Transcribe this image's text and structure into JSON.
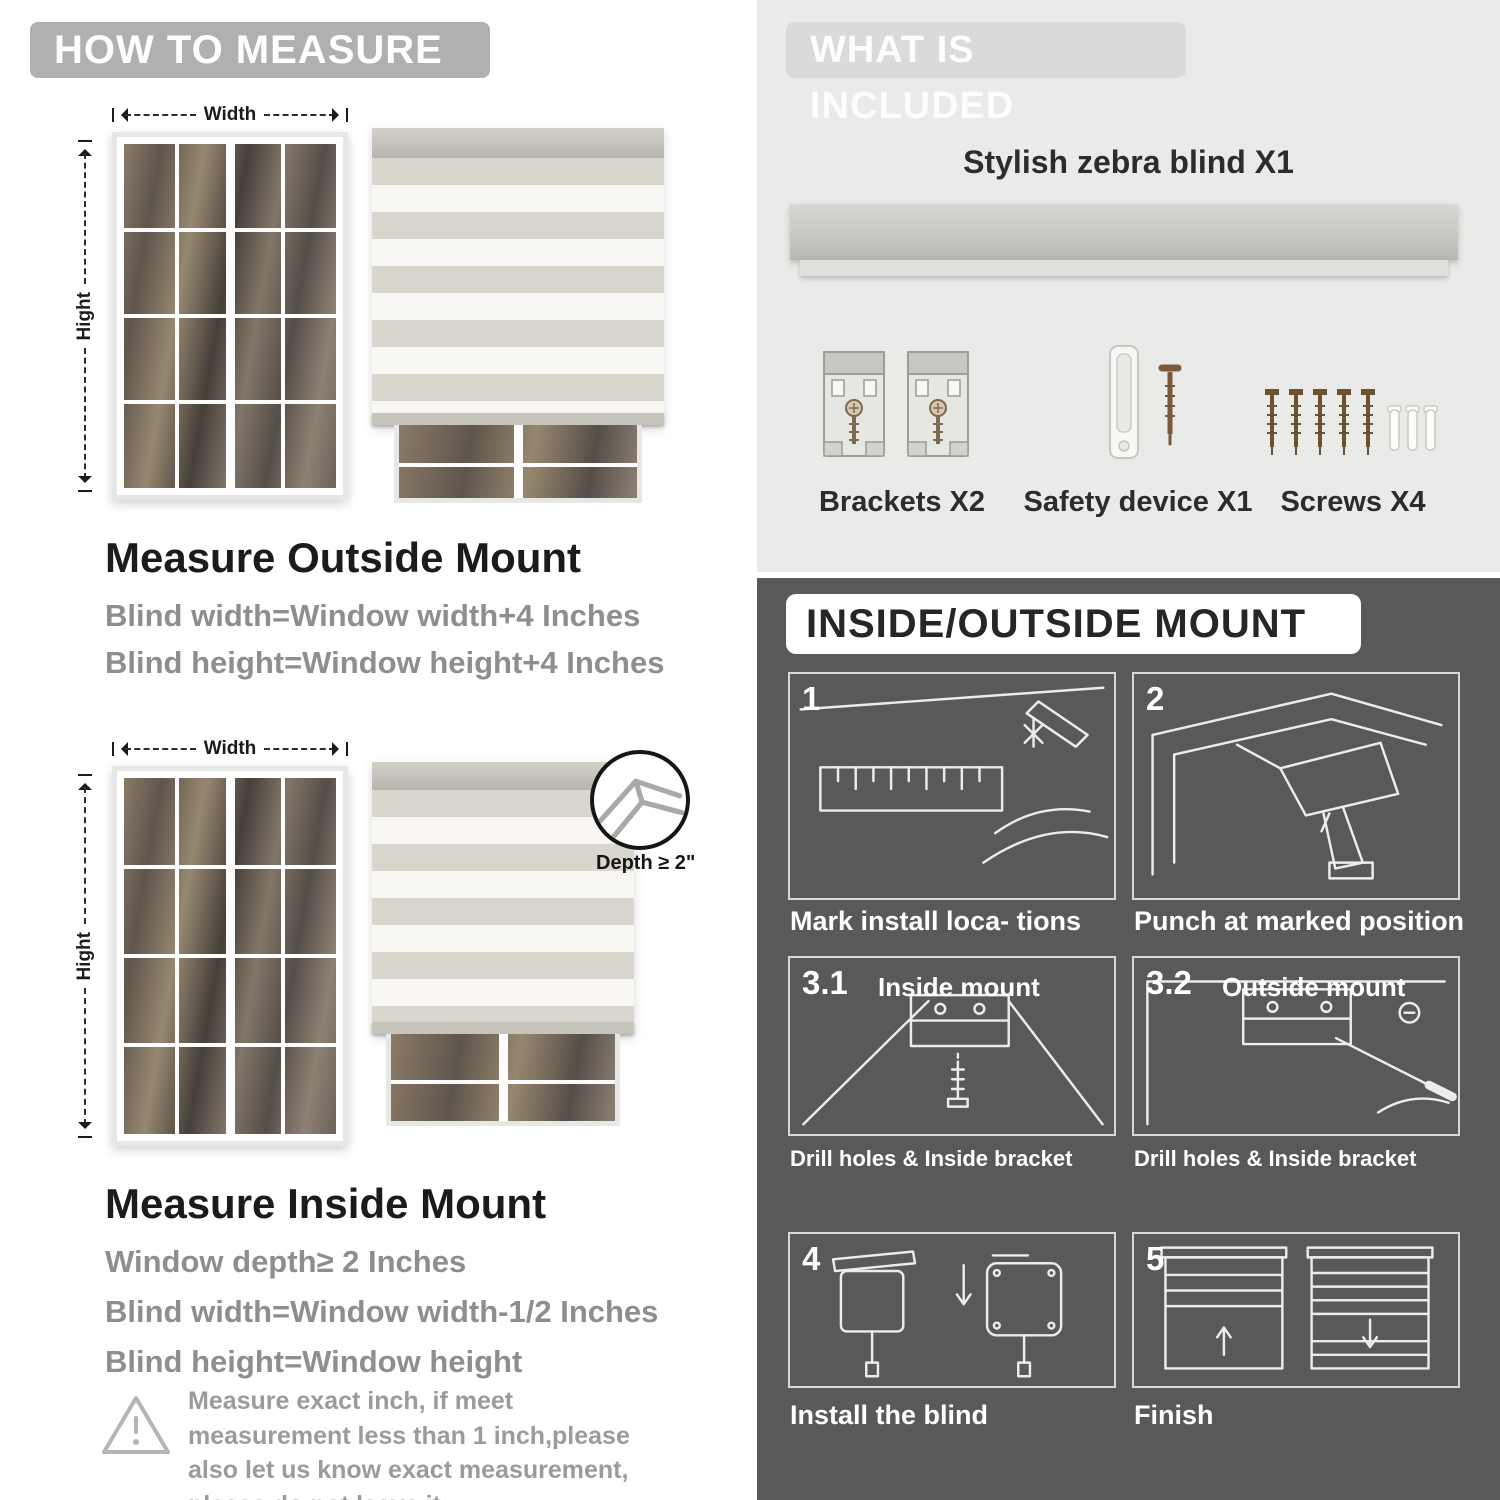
{
  "colors": {
    "left_header_pill": "#b0b0af",
    "right_header_pill": "#dadad8",
    "light_section_bg": "#eaeae8",
    "dark_section_bg": "#59595b",
    "muted_text": "#8e8e8e",
    "stripe_gray": "#d9d6ce"
  },
  "left": {
    "header": "HOW TO MEASURE",
    "outside": {
      "width_label": "Width",
      "height_label": "Hight",
      "title": "Measure Outside Mount",
      "lines": [
        "Blind width=Window width+4 Inches",
        "Blind height=Window height+4 Inches"
      ]
    },
    "inside": {
      "width_label": "Width",
      "height_label": "Hight",
      "depth_label": "Depth ≥ 2\"",
      "title": "Measure Inside Mount",
      "lines": [
        "Window depth≥ 2 Inches",
        "Blind width=Window width-1/2 Inches",
        "Blind height=Window height"
      ]
    },
    "note": "Measure exact inch, if meet measurement less than 1 inch,please also let us know exact measurement, please do not leave it"
  },
  "right": {
    "included": {
      "header": "WHAT IS INCLUDED",
      "blind_label": "Stylish zebra blind X1",
      "items": [
        {
          "label": "Brackets X2"
        },
        {
          "label": "Safety device X1"
        },
        {
          "label": "Screws X4"
        }
      ]
    },
    "mount": {
      "header": "INSIDE/OUTSIDE MOUNT",
      "steps": [
        {
          "num": "1",
          "caption": "Mark install loca- tions"
        },
        {
          "num": "2",
          "caption": "Punch at  marked position"
        },
        {
          "num": "3.1",
          "inline_label": "Inside mount",
          "caption": "Drill holes &  Inside bracket"
        },
        {
          "num": "3.2",
          "inline_label": "Outside mount",
          "caption": "Drill holes &  Inside bracket"
        },
        {
          "num": "4",
          "caption": "Install the blind"
        },
        {
          "num": "5",
          "caption": "Finish"
        }
      ]
    }
  }
}
